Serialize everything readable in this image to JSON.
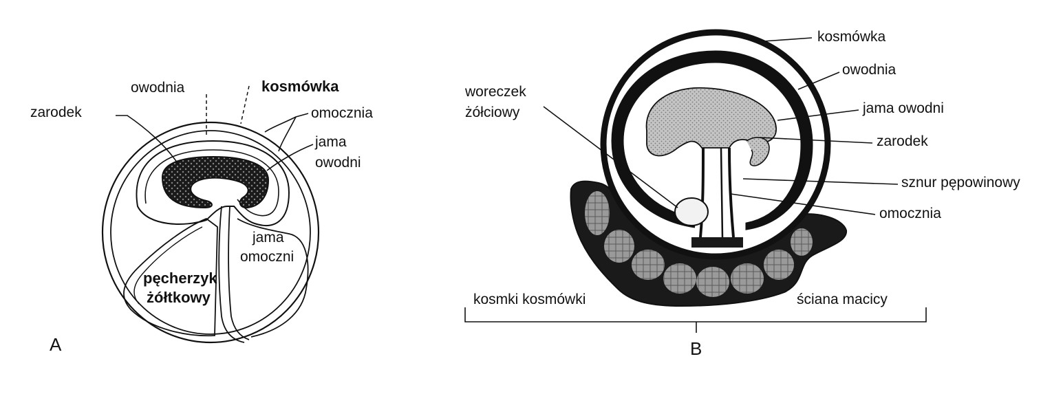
{
  "panelA": {
    "letter": "A",
    "labels": {
      "owodnia": "owodnia",
      "kosmowka": "kosmówka",
      "zarodek": "zarodek",
      "omocznia": "omocznia",
      "jama_owodni_1": "jama",
      "jama_owodni_2": "owodni",
      "jama_omoczni_1": "jama",
      "jama_omoczni_2": "omoczni",
      "pecherzyk_1": "pęcherzyk",
      "pecherzyk_2": "żółtkowy"
    }
  },
  "panelB": {
    "letter": "B",
    "labels": {
      "kosmowka": "kosmówka",
      "owodnia": "owodnia",
      "jama_owodni": "jama owodni",
      "zarodek": "zarodek",
      "sznur": "sznur pępowinowy",
      "omocznia": "omocznia",
      "woreczek_1": "woreczek",
      "woreczek_2": "żółciowy",
      "kosmki": "kosmki kosmówki",
      "sciana": "ściana macicy"
    }
  },
  "colors": {
    "ink": "#111111",
    "embryo_dark": "#1a1a1a",
    "embryo_light": "#bdbdbd",
    "villi": "#9a9a9a"
  }
}
